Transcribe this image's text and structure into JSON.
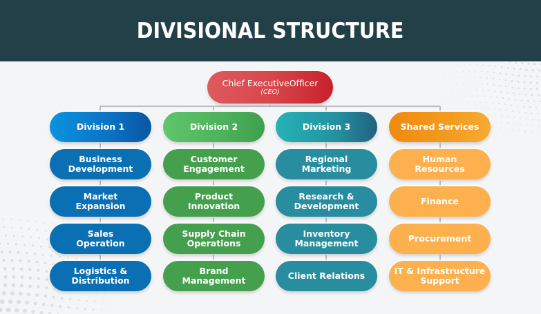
{
  "header": {
    "title": "DIVISIONAL STRUCTURE",
    "background_color": "#233f48"
  },
  "ceo": {
    "title": "Chief ExecutiveOfficer",
    "subtitle": "(CEO)",
    "color": "#d8474c"
  },
  "columns": [
    {
      "head": "Division 1",
      "color": "#0a72c2",
      "items": [
        [
          "Business",
          "Development"
        ],
        [
          "Market",
          "Expansion"
        ],
        [
          "Sales",
          "Operation"
        ],
        [
          "Logistics &",
          "Distribution"
        ]
      ]
    },
    {
      "head": "Division 2",
      "color": "#45a04e",
      "items": [
        [
          "Customer",
          "Engagement"
        ],
        [
          "Product",
          "Innovation"
        ],
        [
          "Supply Chain",
          "Operations"
        ],
        [
          "Brand",
          "Management"
        ]
      ]
    },
    {
      "head": "Division 3",
      "color": "#278d9f",
      "items": [
        [
          "Regional",
          "Marketing"
        ],
        [
          "Research &",
          "Development"
        ],
        [
          "Inventory",
          "Management"
        ],
        [
          "Client Relations"
        ]
      ]
    },
    {
      "head": "Shared Services",
      "color": "#f39c1f",
      "items": [
        [
          "Human",
          "Resources"
        ],
        [
          "Finance"
        ],
        [
          "Procurement"
        ],
        [
          "IT & Infrastructure",
          "Support"
        ]
      ]
    }
  ]
}
